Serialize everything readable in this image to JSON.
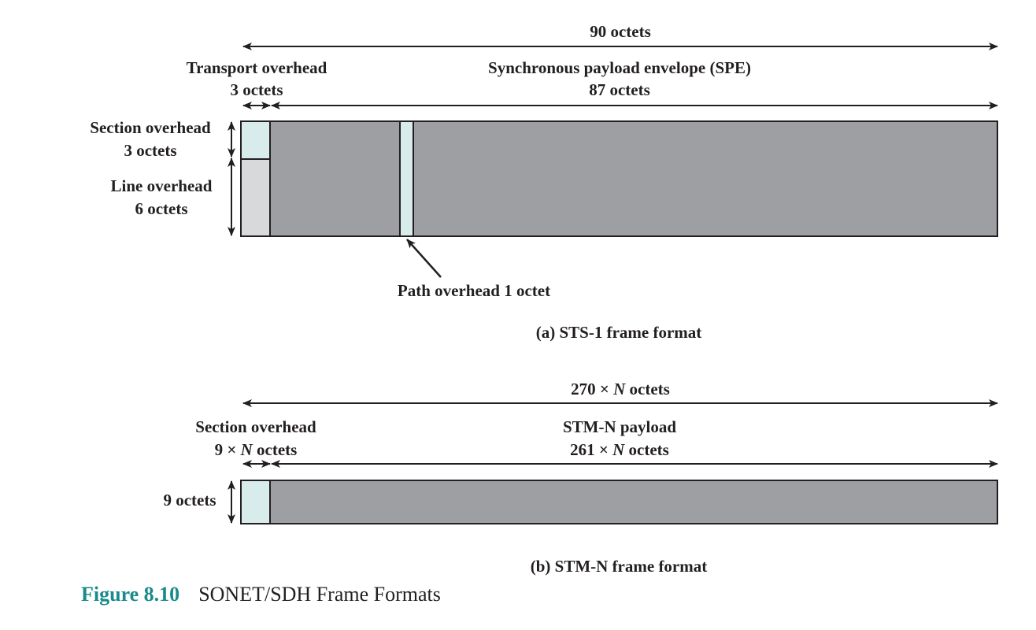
{
  "sts1": {
    "total": "90 octets",
    "transport_overhead": "Transport overhead",
    "transport_size": "3 octets",
    "spe": "Synchronous payload envelope (SPE)",
    "spe_size": "87 octets",
    "section_overhead": "Section overhead",
    "section_size": "3 octets",
    "line_overhead": "Line overhead",
    "line_size": "6 octets",
    "path_overhead": "Path overhead 1 octet",
    "caption": "(a) STS-1 frame format"
  },
  "stm": {
    "total_a": "270 × ",
    "total_n": "N",
    "total_b": " octets",
    "section_overhead": "Section overhead",
    "section_a": "9 × ",
    "section_n": "N",
    "section_b": " octets",
    "payload": "STM-N payload",
    "payload_a": "261 × ",
    "payload_n": "N",
    "payload_b": " octets",
    "rows": "9 octets",
    "caption": "(b) STM-N frame format"
  },
  "figure": {
    "number": "Figure 8.10",
    "title": "SONET/SDH Frame Formats"
  },
  "colors": {
    "payload": "#9d9fa2",
    "overhead_light": "#d9ecec",
    "line_overhead": "#d8d9db",
    "stroke": "#231f20",
    "figure_number": "#1a8a8a"
  }
}
